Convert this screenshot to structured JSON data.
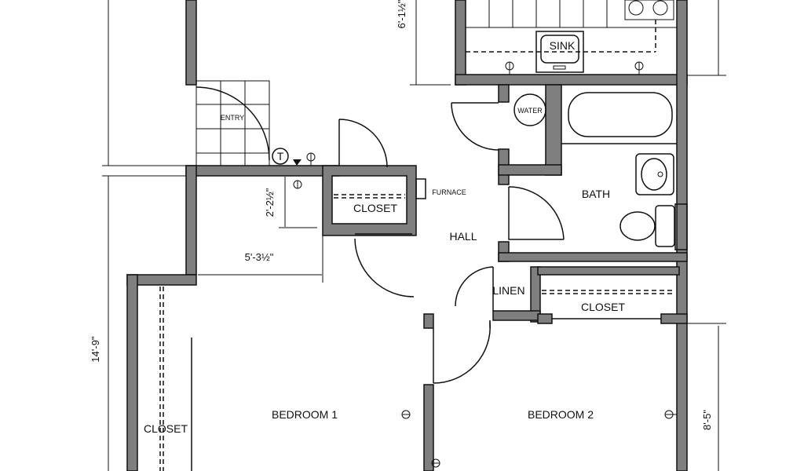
{
  "rooms": {
    "entry": "ENTRY",
    "closet_hall": "CLOSET",
    "furnace": "FURNACE",
    "hall": "HALL",
    "sink": "SINK",
    "water": "WATER",
    "bath": "BATH",
    "linen": "LINEN",
    "closet_2": "CLOSET",
    "closet_1": "CLOSET",
    "bedroom_1": "BEDROOM 1",
    "bedroom_2": "BEDROOM 2",
    "thermostat": "T"
  },
  "dimensions": {
    "kitchen_depth": "6'-1½\"",
    "closet_offset": "2'-2½\"",
    "hall_width": "5'-3½\"",
    "bedroom_1_depth": "14'-9\"",
    "bedroom_2_depth": "8'-5\""
  },
  "colors": {
    "wall": "#7f7f7f",
    "line": "#111111"
  }
}
